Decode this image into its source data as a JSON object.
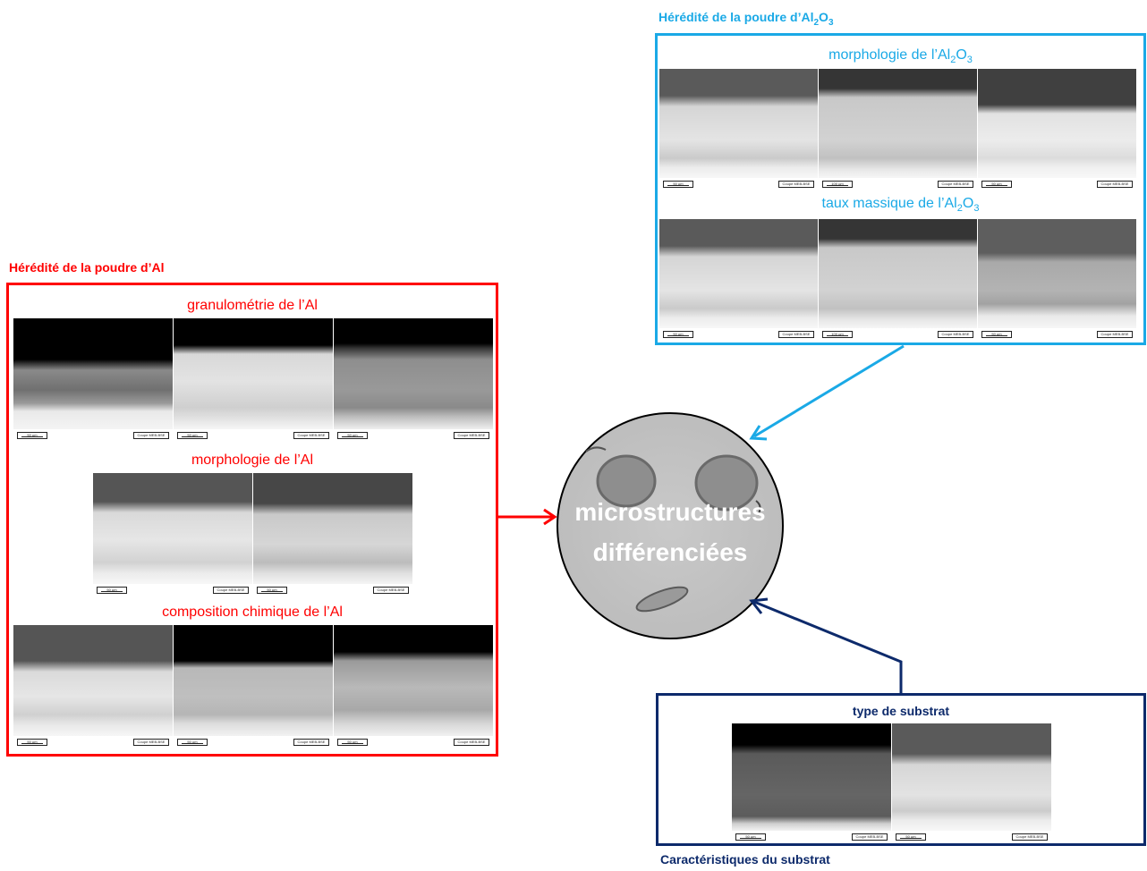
{
  "al_powder": {
    "heading": "Hérédité de la poudre d’Al",
    "color": "#ff0000",
    "granulometry": "granulométrie de l’Al",
    "morphology": "morphologie de l’Al",
    "composition": "composition chimique de l’Al"
  },
  "alumina_powder": {
    "heading_prefix": "Hérédité de la poudre d’Al",
    "heading_sub1": "2",
    "heading_mid": "O",
    "heading_sub2": "3",
    "color": "#1aa9e6",
    "morphology_prefix": "morphologie de l’Al",
    "mass_rate_prefix": "taux massique de l’Al",
    "formula_sub1": "2",
    "formula_mid": "O",
    "formula_sub2": "3"
  },
  "substrate": {
    "heading": "Caractéristiques du substrat",
    "type": "type de substrat",
    "color": "#0d2a6b"
  },
  "center": {
    "line1": "microstructures",
    "line2": "différenciées"
  },
  "scale_labels": {
    "bar_50": "50 µm",
    "bar_100": "100 µm",
    "caption": "Coupe MEB-BSE"
  }
}
